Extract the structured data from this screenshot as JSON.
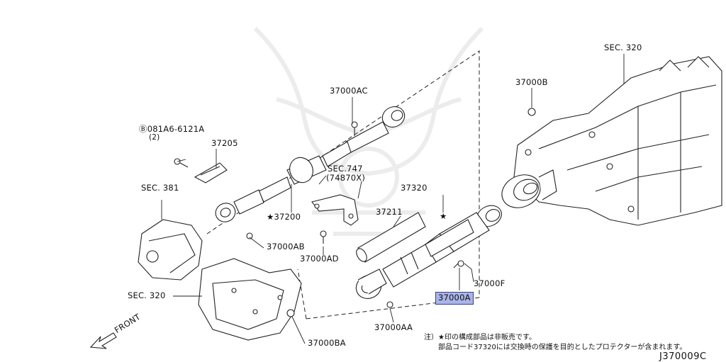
{
  "labels": {
    "sec320_top": "SEC. 320",
    "p37000AC": "37000AC",
    "p37000B": "37000B",
    "bolt_spec_line1": "Ⓑ081A6-6121A",
    "bolt_spec_line2": "(2)",
    "p37205": "37205",
    "sec747_line1": "SEC.747",
    "sec747_line2": "(74870X)",
    "p37320": "37320",
    "sec381": "SEC. 381",
    "p37211": "37211",
    "star_mark": "★",
    "p37200": "★37200",
    "p37000AB": "37000AB",
    "p37000AD": "37000AD",
    "p37000F": "37000F",
    "p37000A": "37000A",
    "sec320_left": "SEC. 320",
    "p37000AA": "37000AA",
    "p37000BA": "37000BA",
    "front": "FRONT"
  },
  "notes": {
    "line1": "注）★印の構成部品は非販売です。",
    "line2": "部品コード37320には交換時の保護を目的としたプロテクターが含まれます。"
  },
  "diagram_code": "J370009C",
  "colors": {
    "highlight": "#a9b4e8",
    "line": "#222222"
  }
}
